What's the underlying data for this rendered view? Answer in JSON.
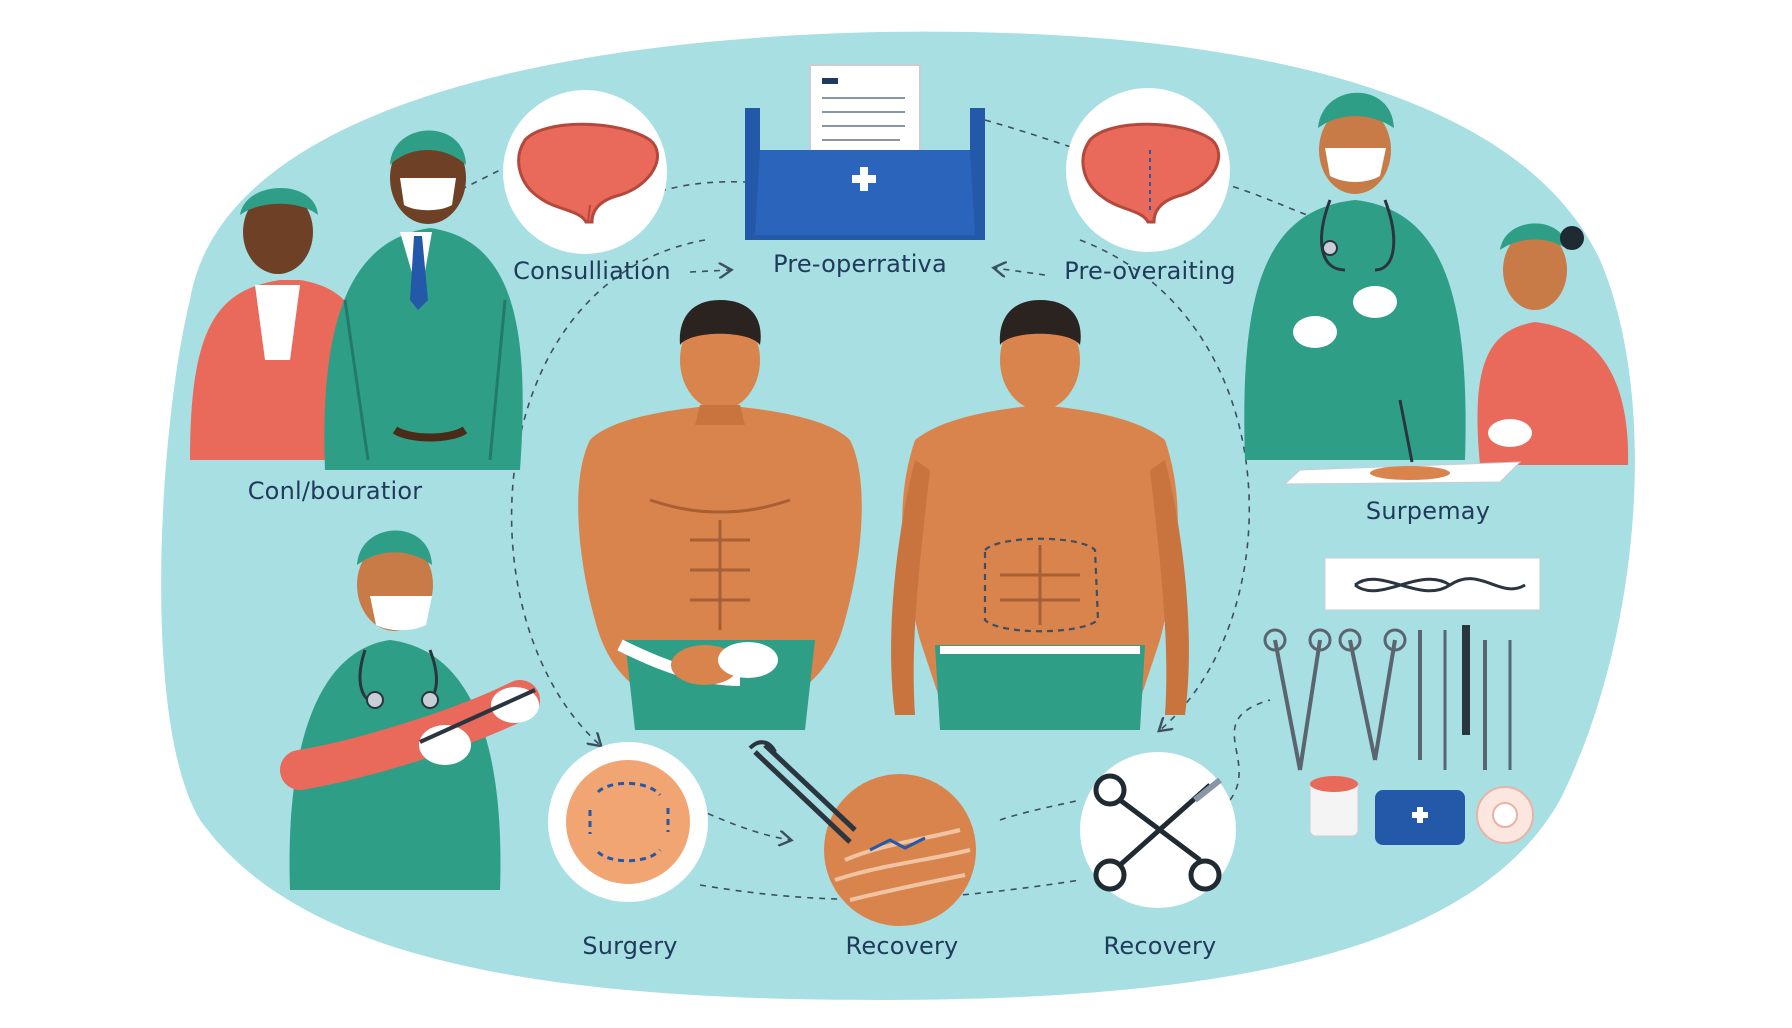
{
  "labels": {
    "consultation": "Consulliation",
    "pre_operative": "Pre-operrativa",
    "pre_operating": "Pre-overaiting",
    "collaboration": "Conl/bouratior",
    "surpemay": "Surpemay",
    "surgery": "Surgery",
    "recovery_center": "Recovery",
    "recovery_right": "Recovery"
  },
  "colors": {
    "background_blob": "#a8dfe3",
    "scrubs": "#2f9e87",
    "scrubs_dark": "#237a68",
    "coral": "#e9695a",
    "skin": "#d9834d",
    "skin_dark": "#a85f33",
    "navy": "#2359a8",
    "text": "#1f3a5a"
  }
}
